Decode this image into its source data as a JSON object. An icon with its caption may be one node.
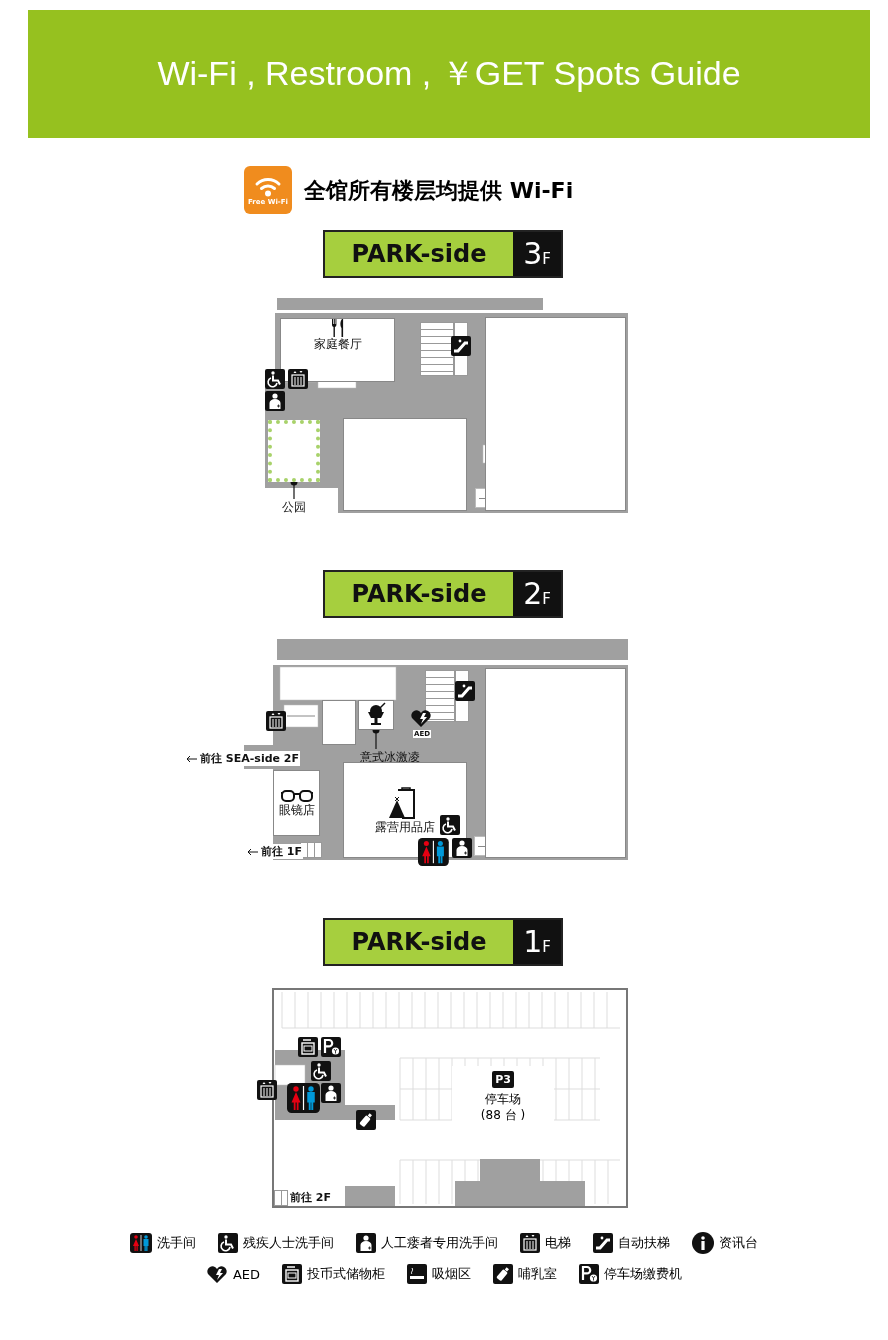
{
  "diagram": {
    "title": "Wi-Fi , Restroom , ￥GET Spots Guide",
    "nodes": [
      {
        "text": [
          "PARK-side",
          "3F"
        ]
      },
      {
        "text": [
          "家庭餐厅"
        ]
      },
      {
        "text": [],
        "shape": "box"
      },
      {
        "text": [],
        "shape": "box"
      },
      {
        "text": [
          "公园"
        ]
      },
      {
        "text": [],
        "shape": "box"
      },
      {
        "text": [
          "PARK-side",
          "2F"
        ]
      },
      {
        "text": [],
        "shape": "box"
      },
      {
        "text": [],
        "shape": "box"
      },
      {
        "text": [
          "意式冰激凌"
        ]
      },
      {
        "text": [],
        "shape": "box"
      },
      {
        "text": [
          "眼镜店"
        ]
      },
      {
        "text": [
          "露营用品店"
        ]
      },
      {
        "text": [
          "PARK-side",
          "1F"
        ]
      },
      {
        "text": [
          "P3",
          "停车场 (88 台 )"
        ]
      }
    ],
    "edges": [
      {
        "from": 4,
        "to": 5,
        "arrow": "other"
      },
      {
        "from": 9,
        "to": 8,
        "arrow": "other"
      }
    ],
    "labels": [
      "Free Wi-Fi",
      "全馆所有楼层均提供 Wi-Fi",
      "AED",
      "前往 SEA-side 2F",
      "前往 1F",
      "前往 2F"
    ],
    "legend": [
      {
        "text": "洗手间"
      },
      {
        "text": "残疾人士洗手间"
      },
      {
        "text": "人工瘘者专用洗手间"
      },
      {
        "text": "电梯"
      },
      {
        "text": "自动扶梯"
      },
      {
        "text": "资讯台"
      },
      {
        "text": "AED"
      },
      {
        "text": "投币式储物柜"
      },
      {
        "text": "吸烟区"
      },
      {
        "text": "哺乳室"
      },
      {
        "text": "停车场缴费机"
      }
    ]
  }
}
